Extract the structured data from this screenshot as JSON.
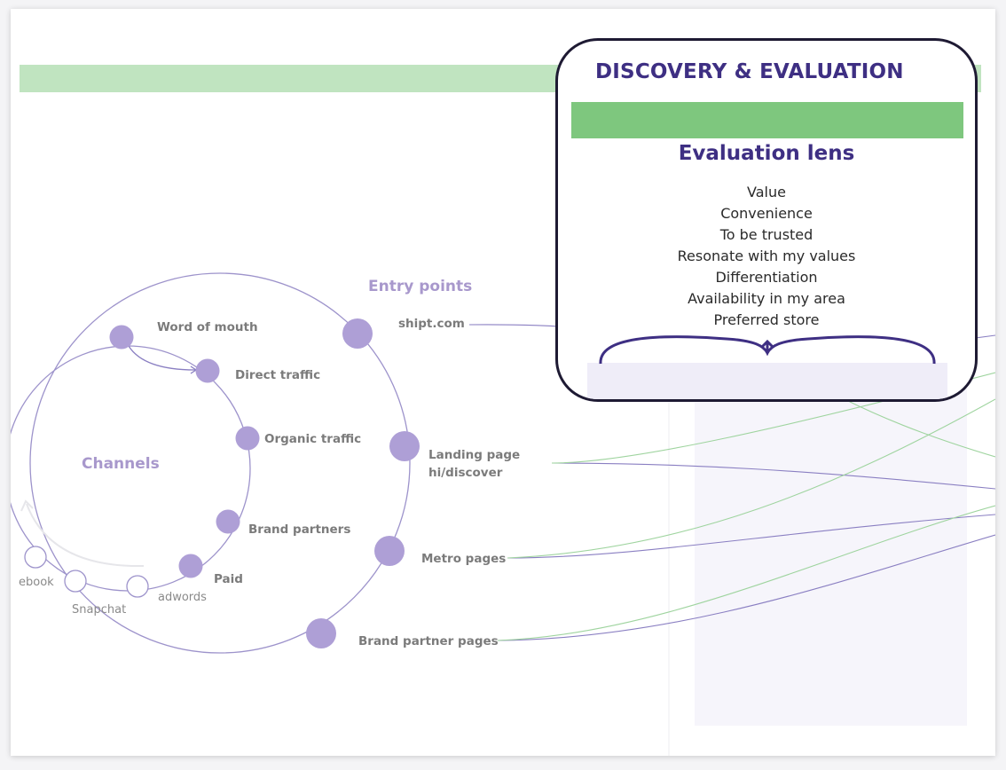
{
  "card": {
    "title": "DISCOVERY & EVALUATION",
    "lens_title": "Evaluation lens",
    "lens_items": [
      "Value",
      "Convenience",
      "To be trusted",
      "Resonate with my values",
      "Differentiation",
      "Availability in my area",
      "Preferred store"
    ]
  },
  "channels": {
    "heading": "Channels",
    "items": [
      "Word of mouth",
      "Direct traffic",
      "Organic traffic",
      "Brand partners",
      "Paid"
    ],
    "paid_sub": [
      "ebook",
      "Snapchat",
      "adwords"
    ]
  },
  "entry_points": {
    "heading": "Entry points",
    "items": [
      {
        "label": "shipt.com",
        "sub": ""
      },
      {
        "label": "Landing page",
        "sub": "hi/discover"
      },
      {
        "label": "Metro pages",
        "sub": ""
      },
      {
        "label": "Brand partner pages",
        "sub": ""
      }
    ]
  },
  "colors": {
    "purple_node": "#ae9fd6",
    "purple_line": "#8a7fc2",
    "green_line": "#9fd49f",
    "green_band": "#c0e4c0",
    "card_border": "#1e1a33",
    "title_text": "#3e2f83"
  }
}
